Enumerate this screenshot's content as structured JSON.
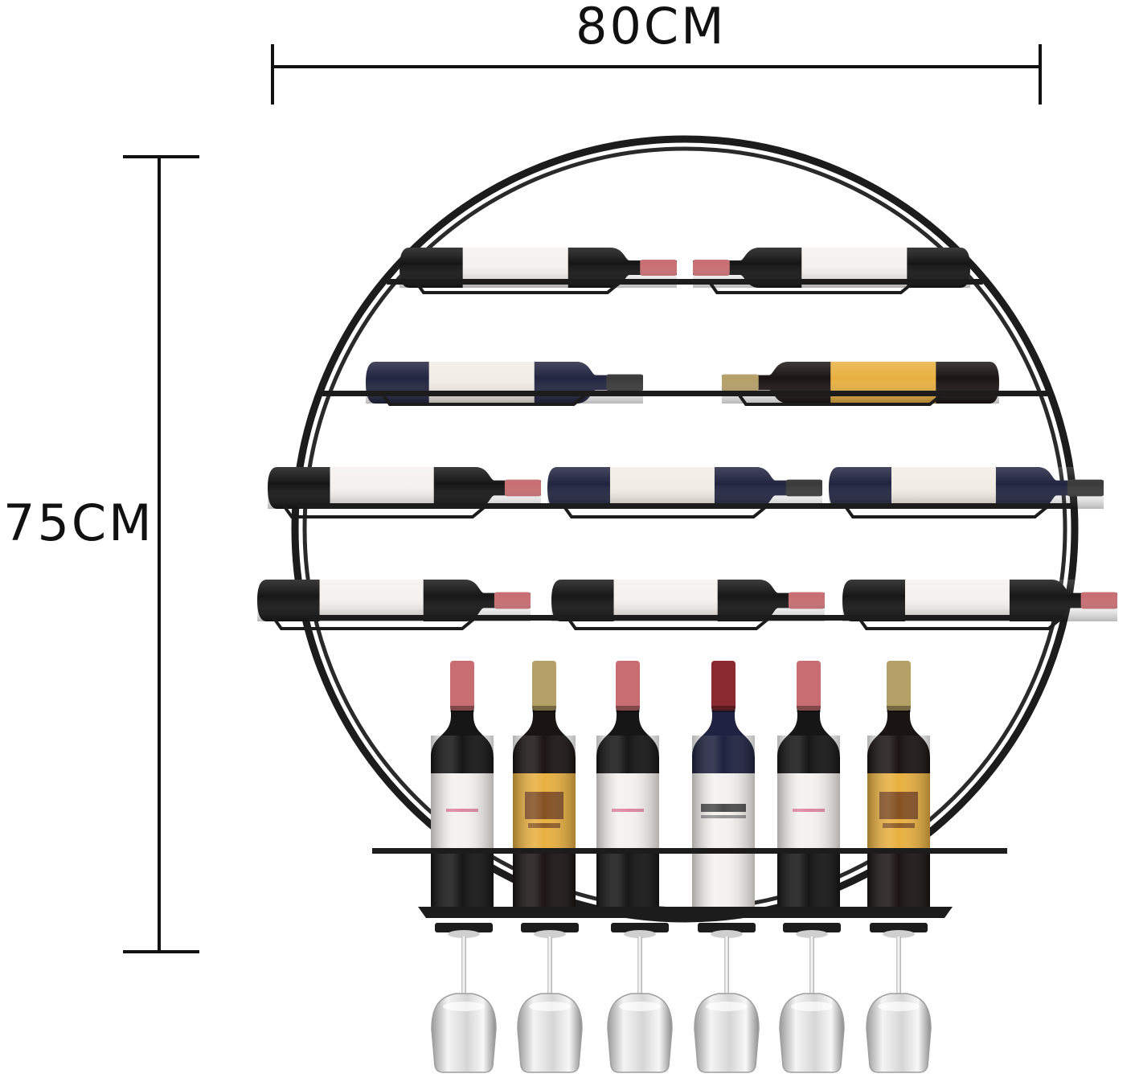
{
  "dimensions": {
    "width_label": "80CM",
    "height_label": "75CM"
  },
  "product": {
    "rack_color": "#1c1c1c",
    "glass_count": 6,
    "upright_bottles": [
      {
        "body": "#161616",
        "label": "#f4f1ee",
        "capsule": "#c86e72",
        "label_style": "white"
      },
      {
        "body": "#1b1414",
        "label": "#e8b040",
        "capsule": "#b5a068",
        "label_style": "gold"
      },
      {
        "body": "#161616",
        "label": "#f4f1ee",
        "capsule": "#c86e72",
        "label_style": "white"
      },
      {
        "body": "#1f2240",
        "label": "#f4f1ee",
        "capsule": "#8a2a2e",
        "label_style": "print"
      },
      {
        "body": "#161616",
        "label": "#f4f1ee",
        "capsule": "#c86e72",
        "label_style": "white"
      },
      {
        "body": "#1b1414",
        "label": "#e8b040",
        "capsule": "#b5a068",
        "label_style": "gold"
      }
    ],
    "rows": [
      {
        "bottles": [
          {
            "body": "#161616",
            "label": "#f4f1ee",
            "capsule": "#c86e72",
            "dir": "right"
          },
          {
            "body": "#161616",
            "label": "#f4f1ee",
            "capsule": "#c86e72",
            "dir": "left"
          }
        ]
      },
      {
        "bottles": [
          {
            "body": "#222540",
            "label": "#f2ede4",
            "capsule": "#3a3a3a",
            "dir": "right"
          },
          {
            "body": "#1b1414",
            "label": "#e8b040",
            "capsule": "#b5a068",
            "dir": "left"
          }
        ]
      },
      {
        "bottles": [
          {
            "body": "#161616",
            "label": "#f4f1ee",
            "capsule": "#c86e72",
            "dir": "right"
          },
          {
            "body": "#222540",
            "label": "#f2ede4",
            "capsule": "#3a3a3a",
            "dir": "right"
          },
          {
            "body": "#222540",
            "label": "#f2ede4",
            "capsule": "#3a3a3a",
            "dir": "right"
          }
        ]
      },
      {
        "bottles": [
          {
            "body": "#161616",
            "label": "#f4f1ee",
            "capsule": "#c86e72",
            "dir": "right"
          },
          {
            "body": "#161616",
            "label": "#f4f1ee",
            "capsule": "#c86e72",
            "dir": "right"
          },
          {
            "body": "#161616",
            "label": "#f4f1ee",
            "capsule": "#c86e72",
            "dir": "right"
          }
        ]
      }
    ]
  }
}
